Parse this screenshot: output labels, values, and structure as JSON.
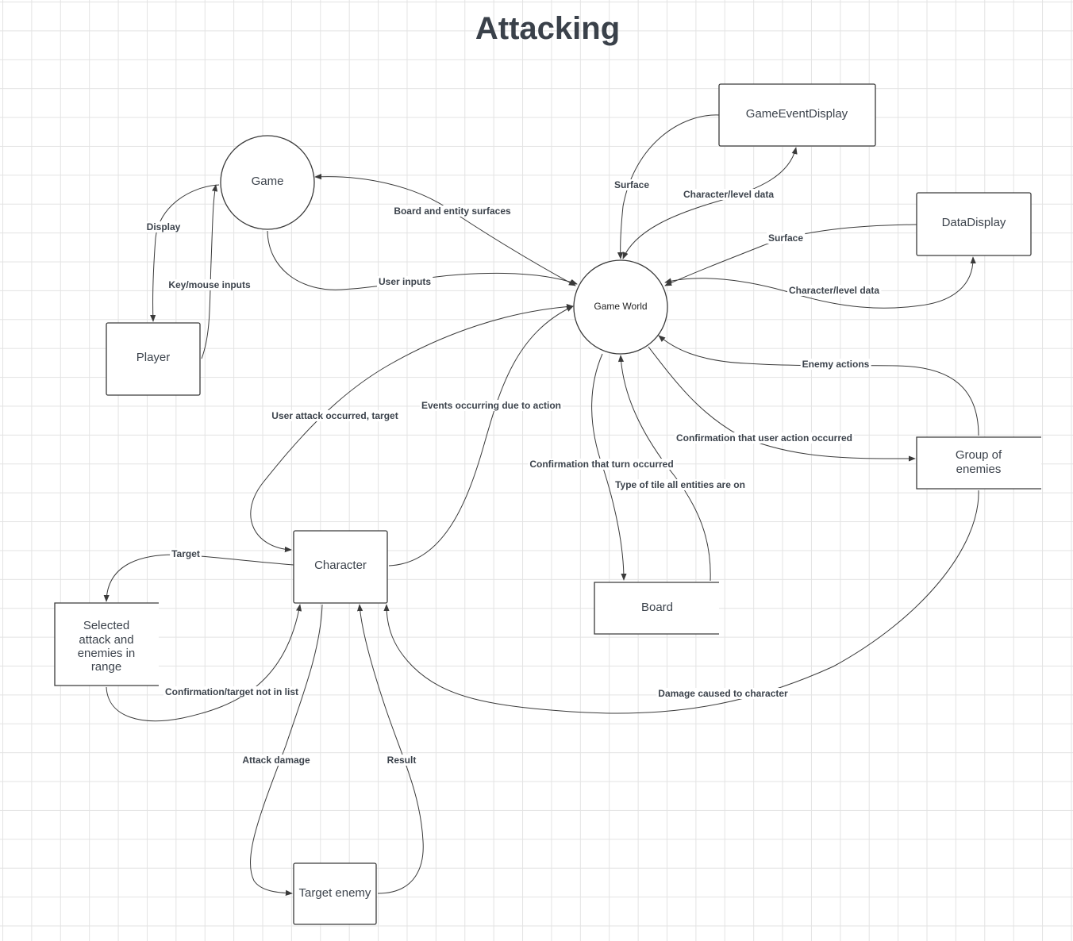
{
  "title": "Attacking",
  "nodes": {
    "game": "Game",
    "player": "Player",
    "game_world": "Game World",
    "game_event_display": "GameEventDisplay",
    "data_display": "DataDisplay",
    "group_of_enemies": [
      "Group of",
      "enemies"
    ],
    "character": "Character",
    "board": "Board",
    "selected_attack": [
      "Selected",
      "attack and",
      "enemies in",
      "range"
    ],
    "target_enemy": "Target enemy"
  },
  "edges": {
    "display": "Display",
    "key_mouse_inputs": "Key/mouse inputs",
    "board_entity_surfaces": "Board and entity surfaces",
    "user_inputs": "User inputs",
    "surface_ged": "Surface",
    "char_level_data_ged": "Character/level data",
    "surface_dd": "Surface",
    "char_level_data_dd": "Character/level data",
    "enemy_actions": "Enemy actions",
    "confirmation_user_action": "Confirmation that user action occurred",
    "confirmation_turn": "Confirmation that turn occurred",
    "type_of_tile": "Type of tile all entities are on",
    "user_attack_occurred": "User attack occurred, target",
    "events_due_to_action": "Events occurring due to action",
    "target": "Target",
    "confirmation_target_not_in_list": "Confirmation/target not in list",
    "attack_damage": "Attack damage",
    "result": "Result",
    "damage_to_character": "Damage caused to character"
  }
}
